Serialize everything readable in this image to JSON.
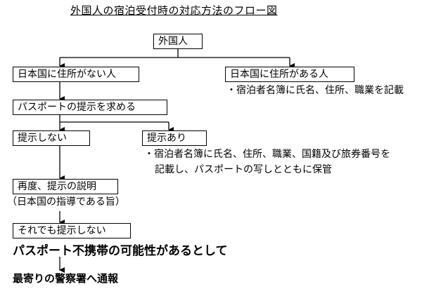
{
  "title": "外国人の宿泊受付時の対応方法のフロー図",
  "nodes": {
    "foreigner": "外国人",
    "no_address": "日本国に住所がない人",
    "has_address": "日本国に住所がある人",
    "has_address_note": "・宿泊者名簿に氏名、住所、職業を記載",
    "request_passport": "パスポートの提示を求める",
    "not_present": "提示しない",
    "presented": "提示あり",
    "presented_note_1": "・宿泊者名簿に氏名、住所、職業、国籍及び旅券番号を",
    "presented_note_2": "記載し、パスポートの写しとともに保管",
    "re_explain": "再度、提示の説明",
    "re_explain_note": "（日本国の指導である旨）",
    "still_not": "それでも提示しない",
    "possibility": "パスポート不携帯の可能性があるとして",
    "notify_police": "最寄りの警察署へ通報"
  }
}
